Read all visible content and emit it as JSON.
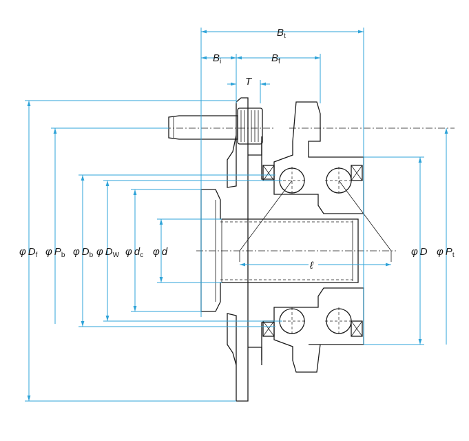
{
  "labels": {
    "Bt": {
      "main": "B",
      "sub": "t"
    },
    "Bi": {
      "main": "B",
      "sub": "i"
    },
    "Bf": {
      "main": "B",
      "sub": "f"
    },
    "T": {
      "main": "T"
    },
    "Df": {
      "prefix": "φ",
      "main": "D",
      "sub": "f"
    },
    "Pb": {
      "prefix": "φ",
      "main": "P",
      "sub": "b"
    },
    "Db": {
      "prefix": "φ",
      "main": "D",
      "sub": "b"
    },
    "Dw": {
      "prefix": "φ",
      "main": "D",
      "sub": "W"
    },
    "dc": {
      "prefix": "φ",
      "main": "d",
      "sub": "c"
    },
    "d": {
      "prefix": "φ",
      "main": "d"
    },
    "D": {
      "prefix": "φ",
      "main": "D"
    },
    "Pt": {
      "prefix": "φ",
      "main": "P",
      "sub": "t"
    },
    "l": {
      "main": "ℓ"
    }
  },
  "colors": {
    "dimension": "#2ea3d8",
    "outline": "#1a1a1a"
  }
}
